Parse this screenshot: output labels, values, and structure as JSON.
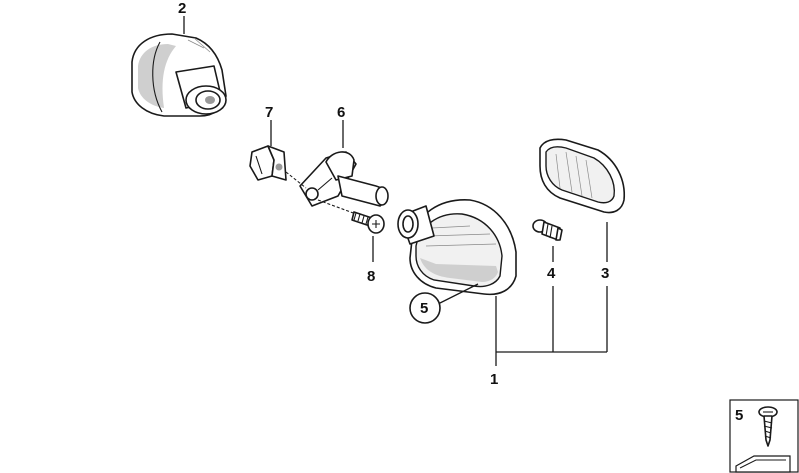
{
  "callouts": {
    "c1": "1",
    "c2": "2",
    "c3": "3",
    "c4": "4",
    "c5": "5",
    "c6": "6",
    "c7": "7",
    "c8": "8"
  },
  "legend": {
    "label": "5"
  }
}
